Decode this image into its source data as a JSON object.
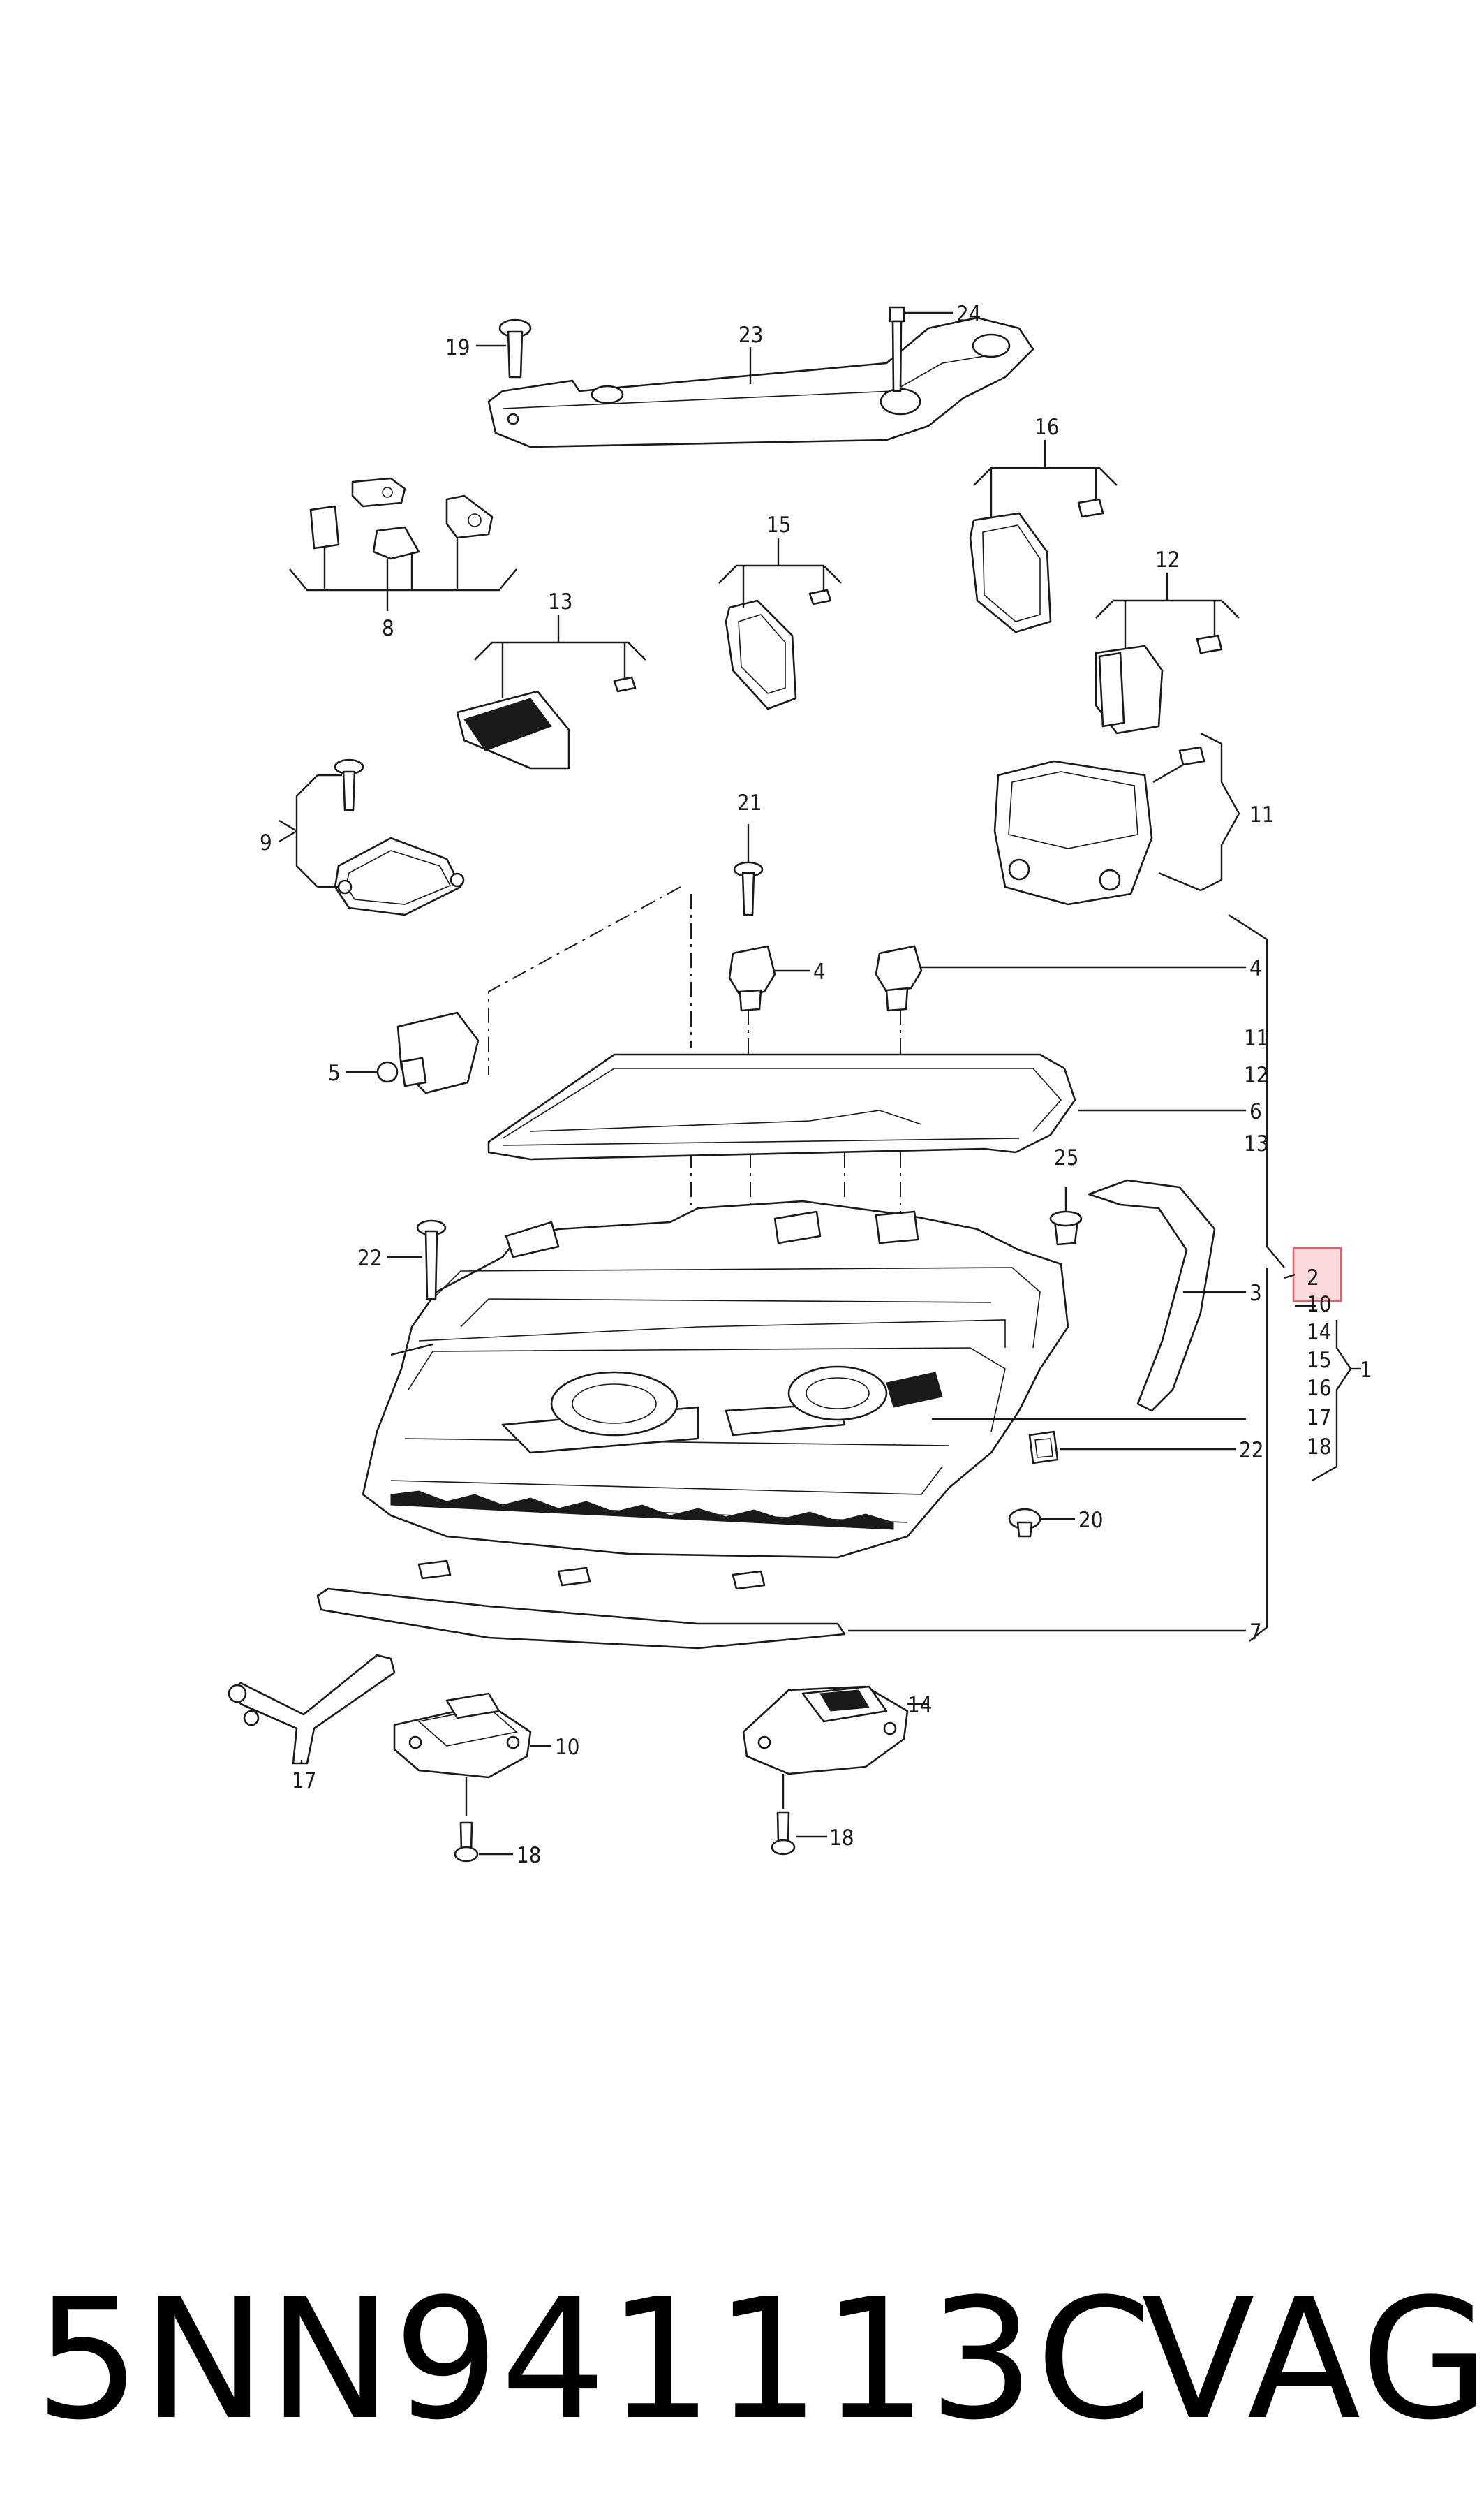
{
  "callouts": {
    "c1": "1",
    "c2": "2",
    "c3": "3",
    "c4a": "4",
    "c4b": "4",
    "c5": "5",
    "c6": "6",
    "c7": "7",
    "c8": "8",
    "c9": "9",
    "c10a": "10",
    "c10b": "10",
    "c11a": "11",
    "c11b": "11",
    "c12a": "12",
    "c12b": "12",
    "c13a": "13",
    "c13b": "13",
    "c14a": "14",
    "c14b": "14",
    "c15a": "15",
    "c15b": "15",
    "c16a": "16",
    "c16b": "16",
    "c17a": "17",
    "c17b": "17",
    "c18a": "18",
    "c18b": "18",
    "c18c": "18",
    "c19": "19",
    "c20": "20",
    "c21": "21",
    "c22a": "22",
    "c22b": "22",
    "c23": "23",
    "c24": "24",
    "c25": "25"
  },
  "footer": {
    "part_number": "5NN941113C",
    "brand": "VAG"
  },
  "colors": {
    "line": "#1a1a1a",
    "highlight": "#e4606a",
    "background": "#ffffff"
  }
}
